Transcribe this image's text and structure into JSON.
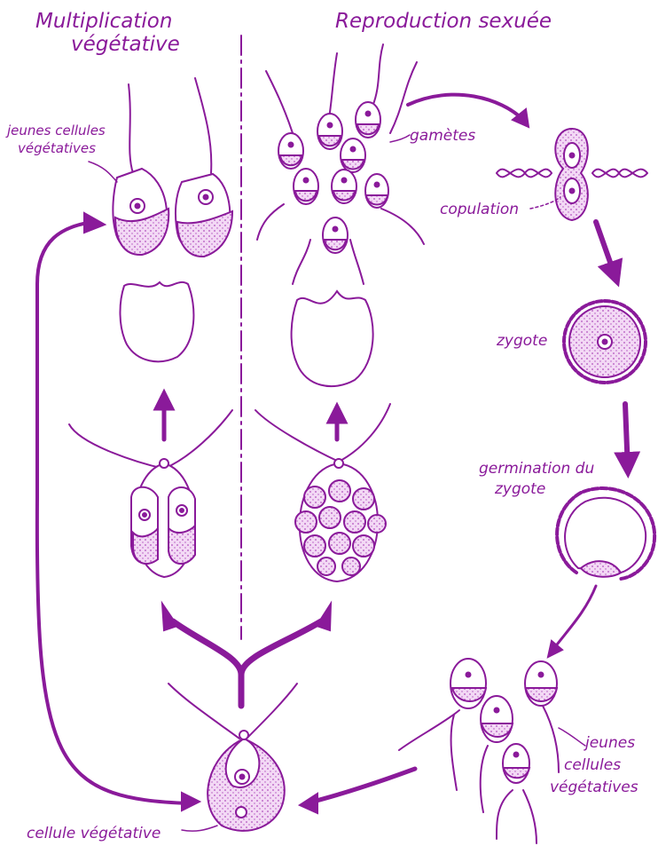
{
  "colors": {
    "ink": "#8a1a9a",
    "fill": "#ecc6ef",
    "dot": "#b050bd",
    "background": "#ffffff"
  },
  "labels": {
    "vegetative_title_line1": "Multiplication",
    "vegetative_title_line2": "végétative",
    "sexual_title": "Reproduction sexuée",
    "young_cells_top_line1": "jeunes cellules",
    "young_cells_top_line2": "végétatives",
    "gametes": "gamètes",
    "copulation": "copulation",
    "zygote": "zygote",
    "germination_line1": "germination du",
    "germination_line2": "zygote",
    "young_cells_bottom_line1": "jeunes",
    "young_cells_bottom_line2": "cellules",
    "young_cells_bottom_line3": "végétatives",
    "vegetative_cell": "cellule végétative"
  }
}
